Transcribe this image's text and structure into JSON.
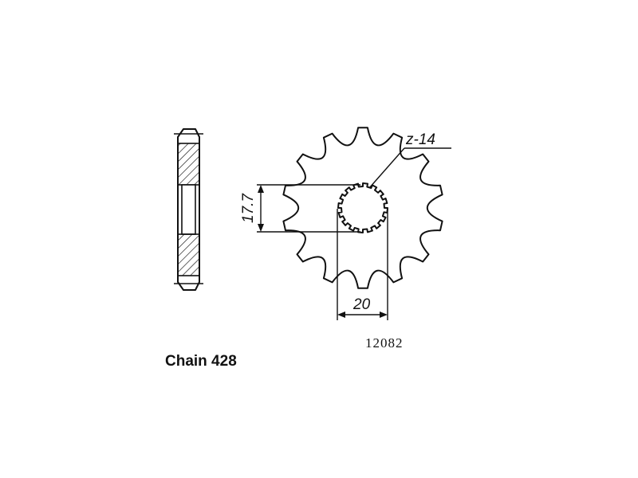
{
  "drawing": {
    "teeth_label": "z-14",
    "height_dimension": "17.7",
    "width_dimension": "20",
    "part_number": "12082",
    "chain_label": "Chain 428"
  },
  "colors": {
    "ink": "#111111",
    "background": "#ffffff"
  }
}
